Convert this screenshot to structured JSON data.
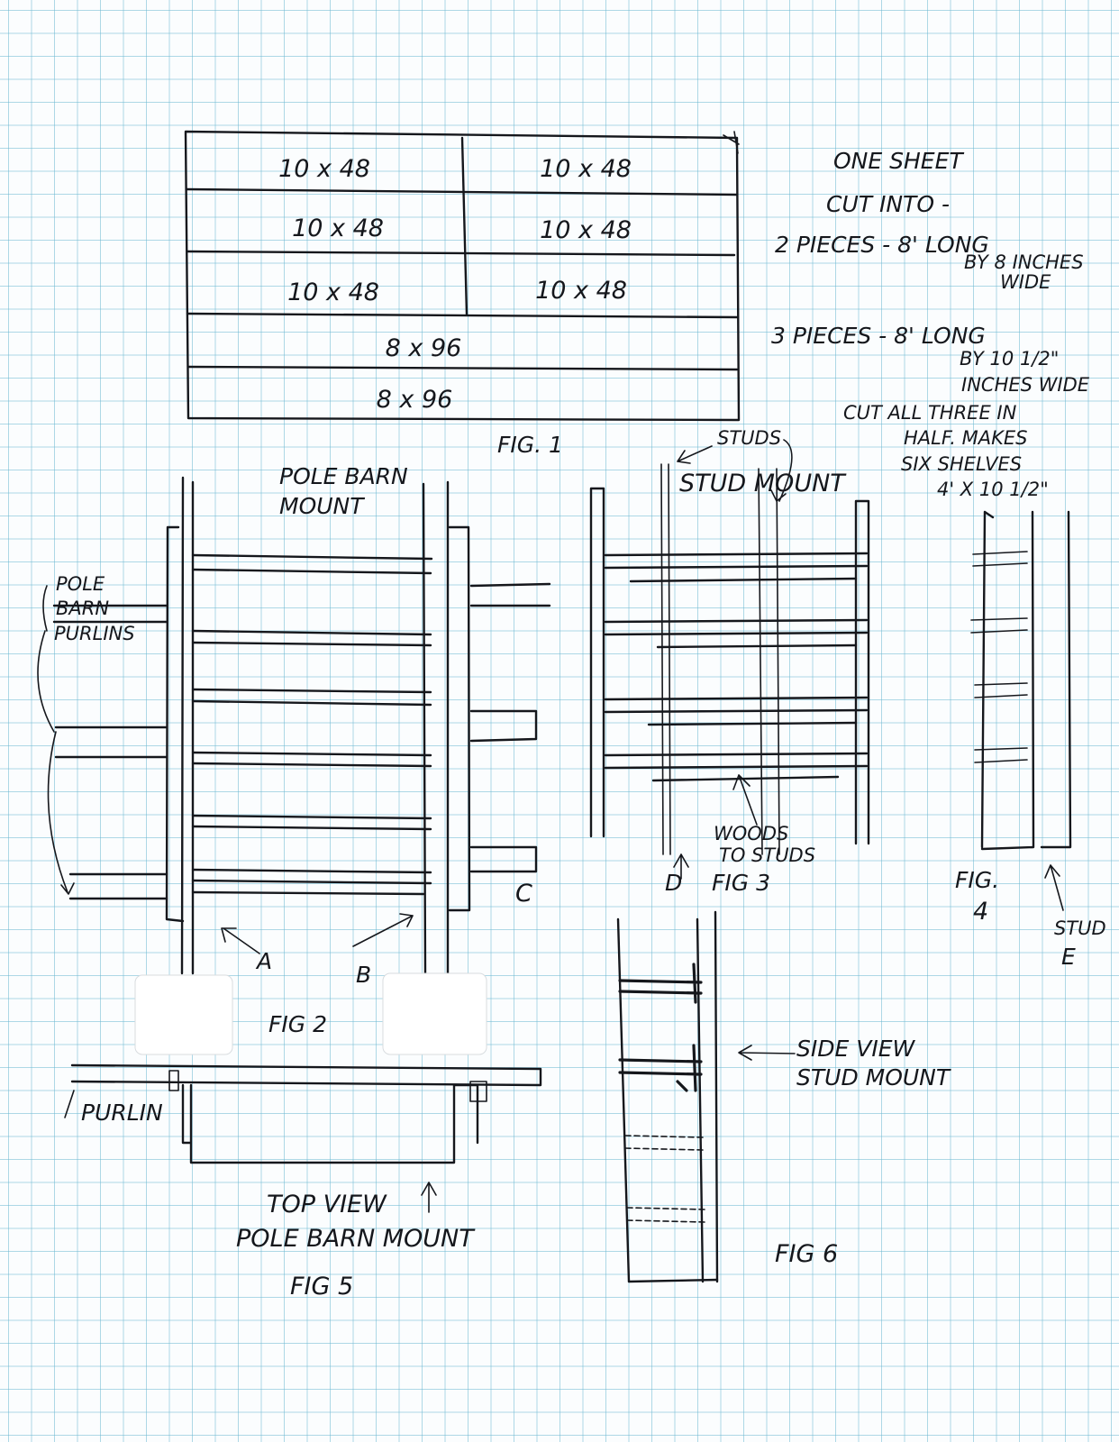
{
  "fig1": {
    "cells": [
      "10 x 48",
      "10 x 48",
      "10 x 48",
      "10 x 48",
      "10 x 48",
      "10 x 48"
    ],
    "strips": [
      "8 x 96",
      "8 x 96"
    ],
    "caption": "FIG. 1"
  },
  "notes": {
    "line1": "ONE SHEET",
    "line2": "CUT INTO -",
    "line3": "2 PIECES - 8' LONG",
    "line4": "BY 8 INCHES",
    "line5": "WIDE",
    "line6": "3 PIECES - 8' LONG",
    "line7": "BY 10 1/2\"",
    "line8": "INCHES WIDE",
    "line9": "CUT ALL THREE IN",
    "line10": "HALF. MAKES",
    "line11": "SIX SHELVES",
    "line12": "4' X 10 1/2\""
  },
  "fig2": {
    "title_line1": "POLE BARN",
    "title_line2": "MOUNT",
    "side_label_1": "POLE",
    "side_label_2": "BARN",
    "side_label_3": "PURLINS",
    "label_a": "A",
    "label_b": "B",
    "label_c": "C",
    "caption": "FIG 2"
  },
  "fig3": {
    "label_studs": "STUDS",
    "title": "STUD MOUNT",
    "label_woods_1": "WOODS",
    "label_woods_2": "TO STUDS",
    "label_d": "D",
    "caption": "FIG 3"
  },
  "fig4": {
    "caption_1": "FIG.",
    "caption_2": "4",
    "label_stud": "STUD",
    "label_e": "E"
  },
  "fig5": {
    "label_purlin": "PURLIN",
    "title_1": "TOP VIEW",
    "title_2": "POLE BARN MOUNT",
    "caption": "FIG 5"
  },
  "fig6": {
    "label_1": "SIDE VIEW",
    "label_2": "STUD MOUNT",
    "caption": "FIG 6"
  }
}
